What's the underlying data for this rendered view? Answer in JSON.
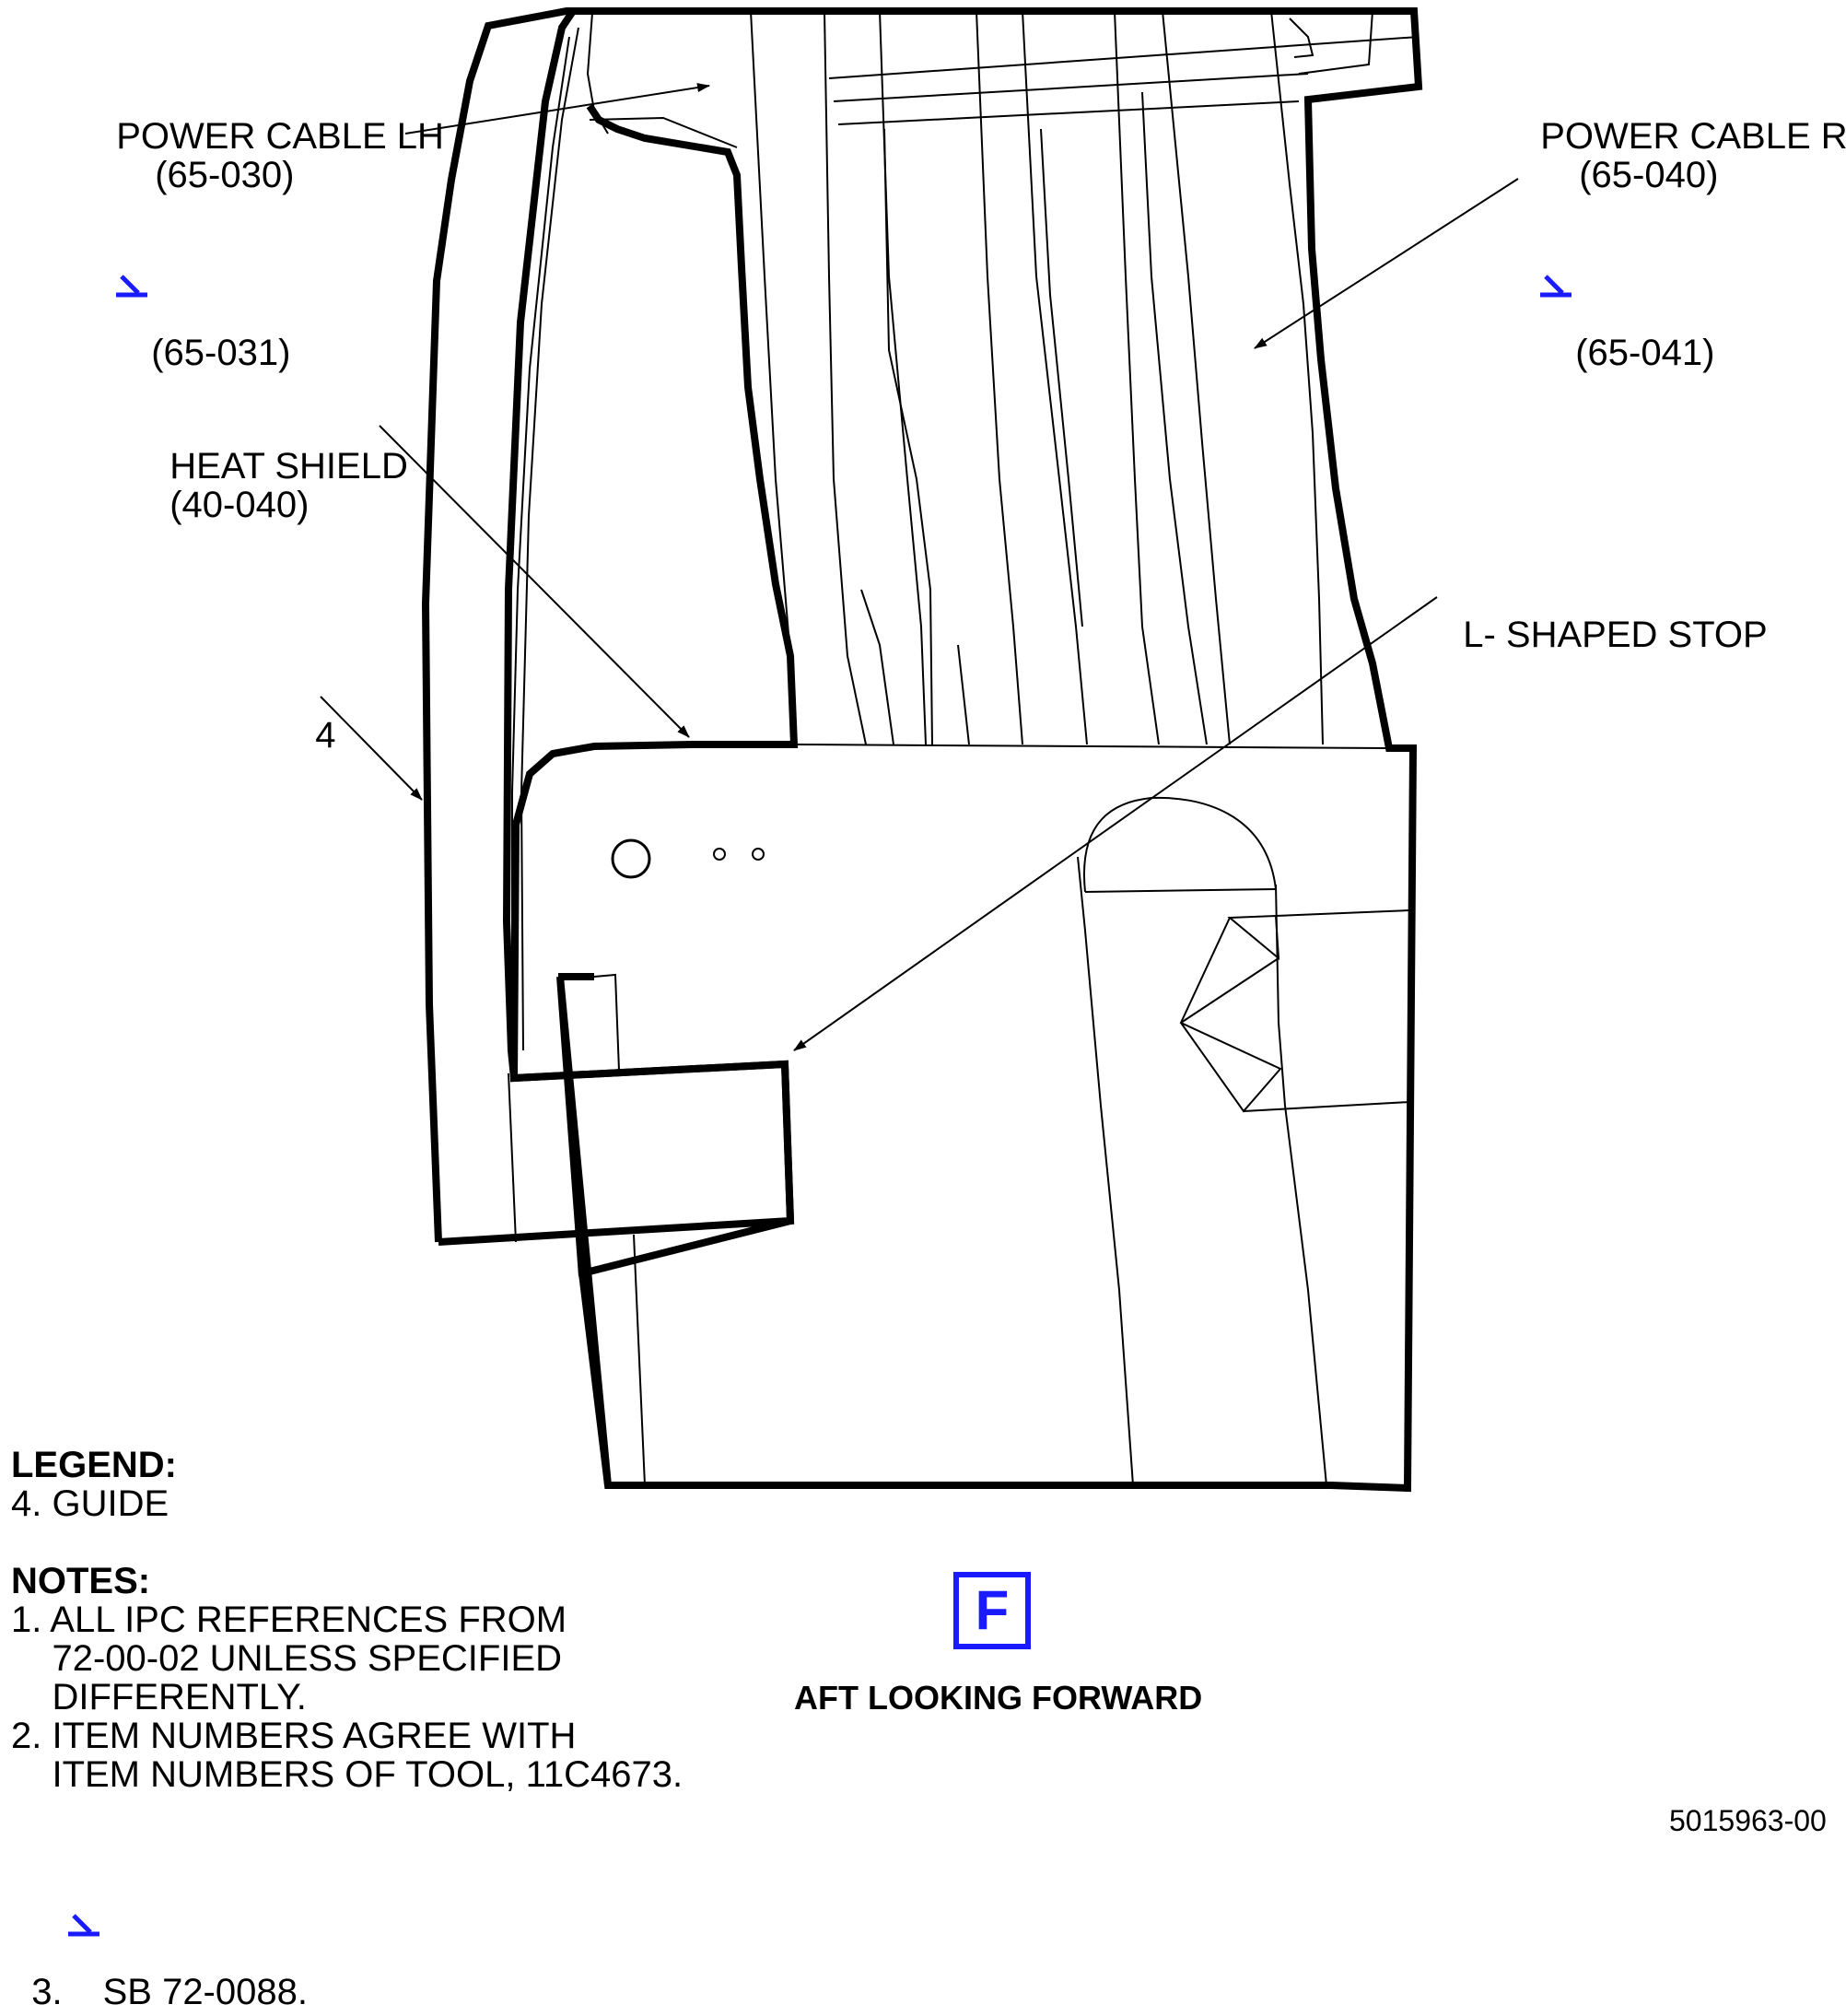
{
  "callouts": {
    "power_cable_lh": {
      "name": "POWER CABLE LH",
      "ref1": "(65-030)",
      "ref2": "(65-031)"
    },
    "power_cable_rh": {
      "name": "POWER CABLE RH",
      "ref1": "(65-040)",
      "ref2": "(65-041)"
    },
    "heat_shield": {
      "name": "HEAT SHIELD",
      "ref": "(40-040)"
    },
    "l_shaped_stop": {
      "name": "L- SHAPED STOP"
    },
    "guide": {
      "number": "4"
    }
  },
  "legend": {
    "heading": "LEGEND:",
    "items": [
      "4. GUIDE"
    ]
  },
  "notes": {
    "heading": "NOTES:",
    "lines": [
      "1. ALL IPC REFERENCES FROM",
      "    72-00-02 UNLESS SPECIFIED",
      "    DIFFERENTLY.",
      "2. ITEM NUMBERS AGREE WITH",
      "    ITEM NUMBERS OF TOOL, 11C4673.",
      "3."
    ],
    "note3_text": "SB 72-0088."
  },
  "view": {
    "letter": "F",
    "caption": "AFT LOOKING FORWARD"
  },
  "drawing_number": "5015963-00",
  "colors": {
    "line": "#000000",
    "effectivity_marker": "#1a1aff"
  },
  "icons": {
    "sb_effectivity": "sb-effectivity-marker-icon"
  }
}
